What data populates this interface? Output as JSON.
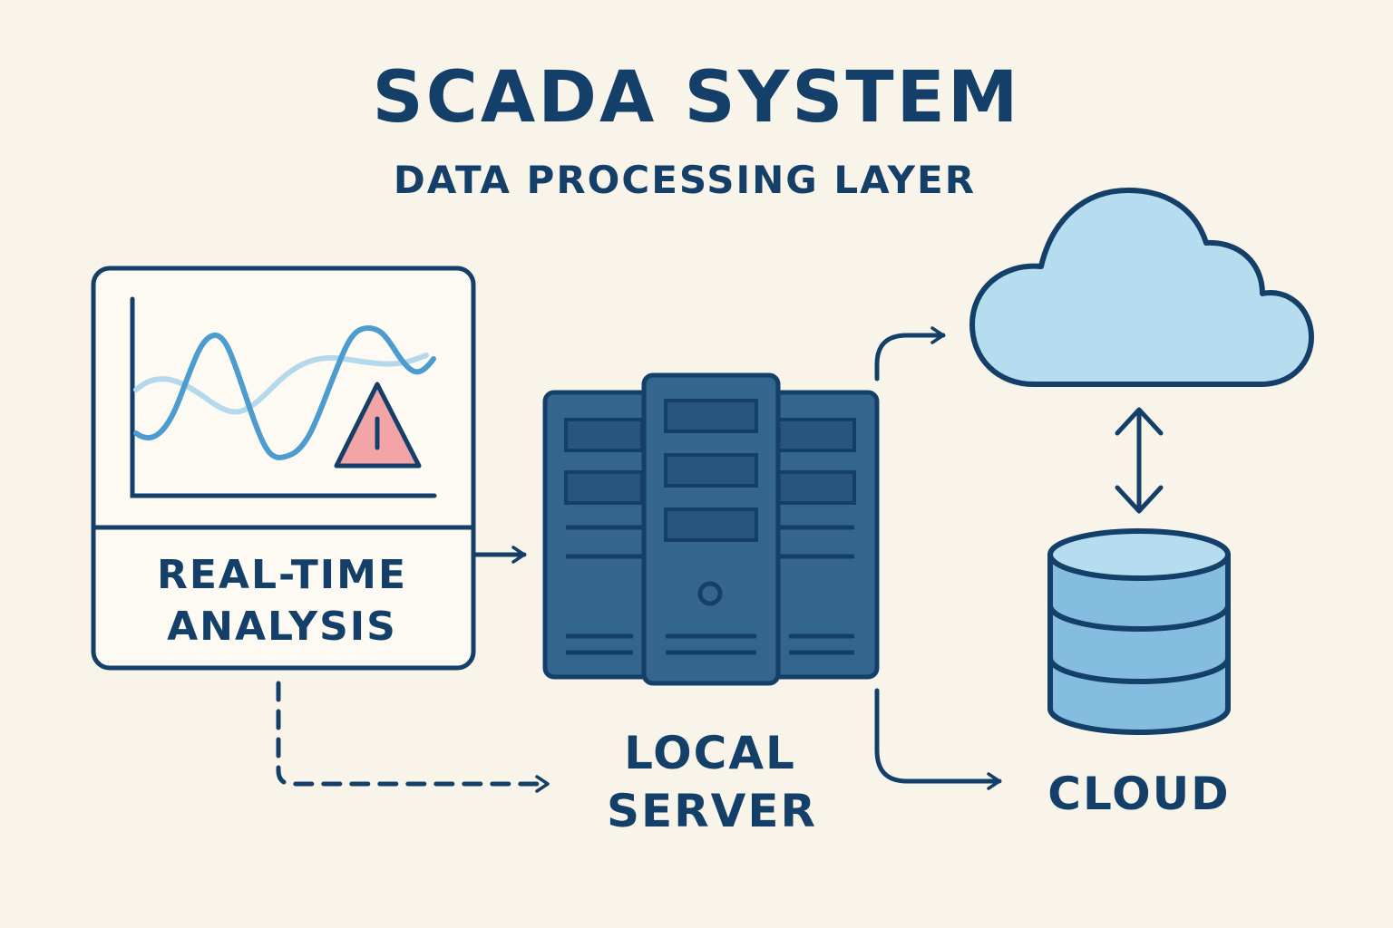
{
  "header": {
    "title": "SCADA SYSTEM",
    "subtitle": "DATA PROCESSING LAYER"
  },
  "analysis_panel": {
    "label_line1": "REAL-TIME",
    "label_line2": "ANALYSIS",
    "icons": [
      "line-chart-icon",
      "warning-icon"
    ]
  },
  "server": {
    "label_line1": "LOCAL",
    "label_line2": "SERVER",
    "icon": "server-rack-icon"
  },
  "cloud": {
    "label": "CLOUD",
    "icons": [
      "cloud-icon",
      "database-icon"
    ]
  },
  "connections": [
    {
      "from": "analysis_panel",
      "to": "server",
      "style": "solid"
    },
    {
      "from": "analysis_panel",
      "to": "server",
      "style": "dashed"
    },
    {
      "from": "server",
      "to": "cloud",
      "style": "solid"
    },
    {
      "from": "server",
      "to": "cloud-label",
      "style": "solid"
    },
    {
      "from": "cloud",
      "to": "database",
      "style": "bidirectional"
    }
  ],
  "colors": {
    "outline": "#133f68",
    "background": "#f8f4ea",
    "panel_fill": "#fdfaf3",
    "server_fill": "#33658f",
    "server_slot": "#27557e",
    "cloud_fill": "#b6ddef",
    "db_top": "#b6ddef",
    "db_body": "#85bde0",
    "line_dark": "#4d9ccf",
    "line_light": "#b4d8ec",
    "warning_fill": "#f2a4a6"
  }
}
